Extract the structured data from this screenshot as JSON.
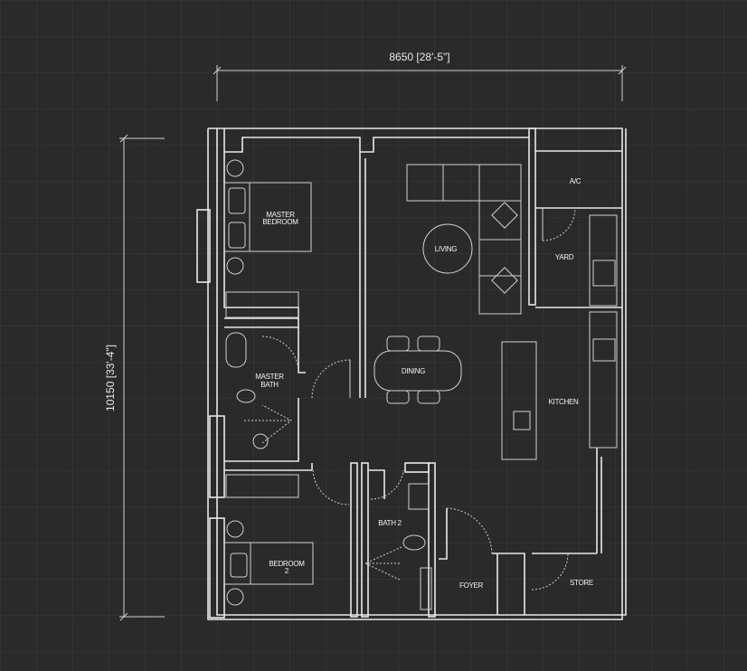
{
  "dimensions": {
    "width_label": "8650 [28'-5\"]",
    "height_label": "10150 [33'-4\"]"
  },
  "rooms": {
    "master_bedroom": [
      "MASTER",
      "BEDROOM"
    ],
    "living": "LIVING",
    "ac": "A/C",
    "yard": "YARD",
    "dining": "DINING",
    "master_bath": [
      "MASTER",
      "BATH"
    ],
    "kitchen": "KITCHEN",
    "bath2": "BATH 2",
    "bedroom2": [
      "BEDROOM",
      "2"
    ],
    "foyer": "FOYER",
    "store": "STORE"
  },
  "colors": {
    "background": "#2a2a2b",
    "lines": "#e8e8e8"
  }
}
